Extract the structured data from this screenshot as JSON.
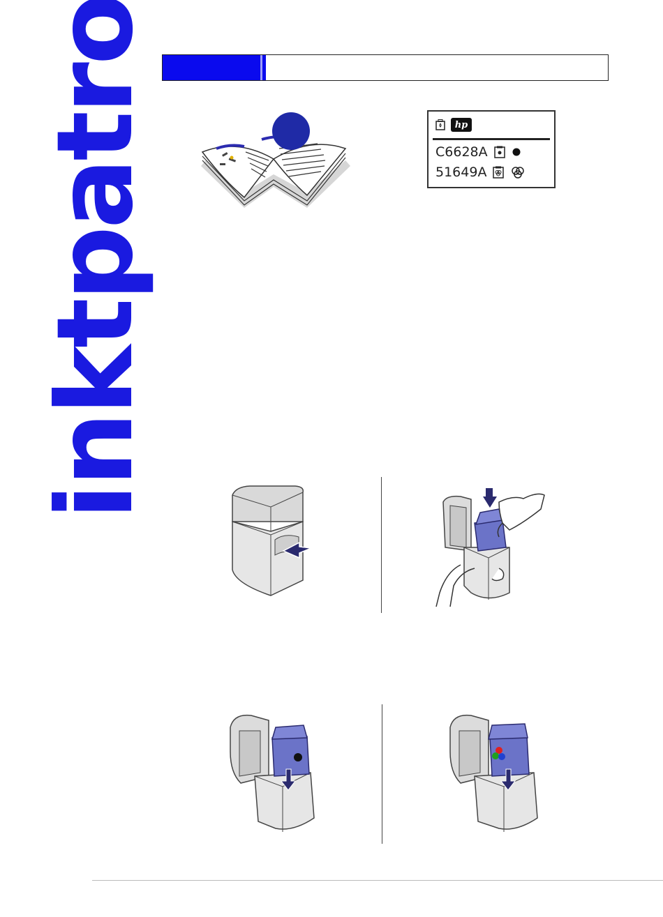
{
  "sidebar": {
    "title": "inktpatronen"
  },
  "label": {
    "brand": "hp",
    "rows": [
      {
        "part": "C6628A",
        "type": "black"
      },
      {
        "part": "51649A",
        "type": "color"
      }
    ]
  },
  "colors": {
    "accent": "#1a1ae0",
    "cartridge": "#6b73c8",
    "arrow": "#2a2a6e"
  },
  "illustrations": [
    "manual-book",
    "cartridge-label",
    "open-storage",
    "remove-cartridge",
    "insert-black-cartridge",
    "insert-color-cartridge"
  ]
}
